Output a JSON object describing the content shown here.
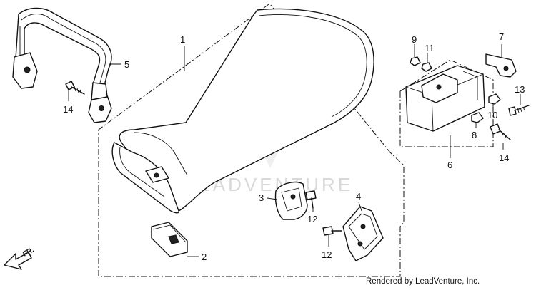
{
  "parts": [
    {
      "ref": "1",
      "name": "seat"
    },
    {
      "ref": "2",
      "name": "plate"
    },
    {
      "ref": "3",
      "name": "bracket"
    },
    {
      "ref": "4",
      "name": "bracket"
    },
    {
      "ref": "5",
      "name": "grab-rail"
    },
    {
      "ref": "6",
      "name": "tool-box"
    },
    {
      "ref": "7",
      "name": "stay"
    },
    {
      "ref": "8",
      "name": "grommet"
    },
    {
      "ref": "9",
      "name": "nut"
    },
    {
      "ref": "10",
      "name": "grommet"
    },
    {
      "ref": "11",
      "name": "nut"
    },
    {
      "ref": "12a",
      "name": "bolt"
    },
    {
      "ref": "12b",
      "name": "bolt"
    },
    {
      "ref": "13",
      "name": "screw"
    },
    {
      "ref": "14a",
      "name": "bolt"
    },
    {
      "ref": "14b",
      "name": "bolt"
    }
  ],
  "labels": {
    "p1": "1",
    "p2": "2",
    "p3": "3",
    "p4": "4",
    "p5": "5",
    "p6": "6",
    "p7": "7",
    "p8": "8",
    "p9": "9",
    "p10": "10",
    "p11": "11",
    "p12a": "12",
    "p12b": "12",
    "p13": "13",
    "p14a": "14",
    "p14b": "14"
  },
  "front_arrow": "FR.",
  "watermark": "LEADVENTURE",
  "credit": "Rendered by LeadVenture, Inc.",
  "colors": {
    "line": "#111111",
    "background": "#ffffff",
    "watermark": "#d8d8d8"
  }
}
